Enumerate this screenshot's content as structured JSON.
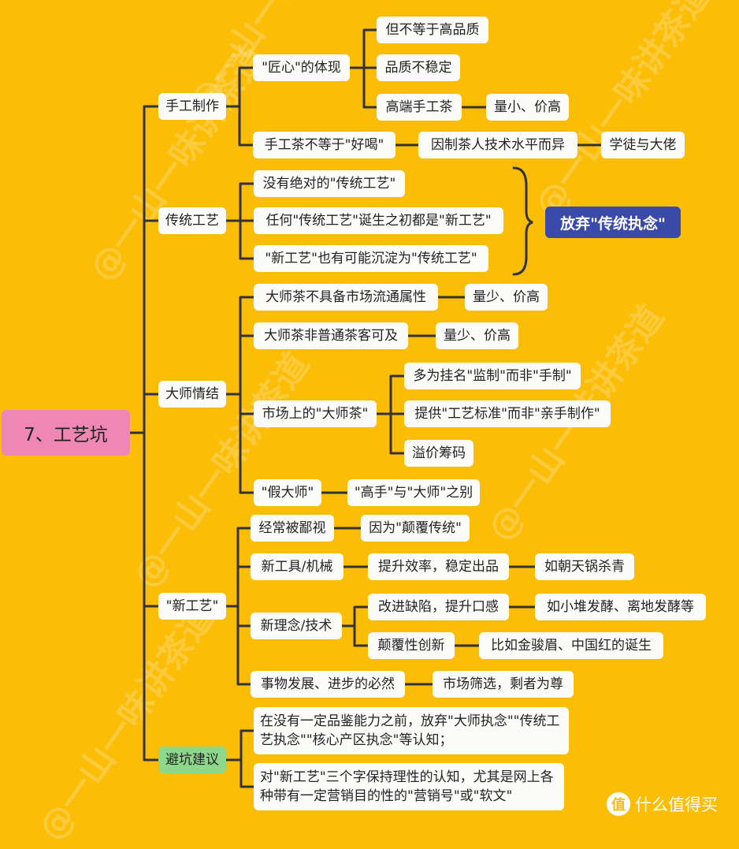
{
  "root": "7、工艺坑",
  "branches": {
    "manual": "手工制作",
    "traditional": "传统工艺",
    "master": "大师情结",
    "new": "\"新工艺\"",
    "avoid": "避坑建议"
  },
  "manual": {
    "craft": "\"匠心\"的体现",
    "not_quality": "但不等于高品质",
    "unstable": "品质不稳定",
    "highend": "高端手工茶",
    "highend_detail": "量小、价高",
    "not_tasty": "手工茶不等于\"好喝\"",
    "varies": "因制茶人技术水平而异",
    "apprentice": "学徒与大佬"
  },
  "traditional": {
    "no_absolute": "没有绝对的\"传统工艺\"",
    "was_new": "任何\"传统工艺\"诞生之初都是\"新工艺\"",
    "may_become": "\"新工艺\"也有可能沉淀为\"传统工艺\"",
    "summary": "放弃\"传统执念\""
  },
  "master": {
    "not_market": "大师茶不具备市场流通属性",
    "not_market_detail": "量少、价高",
    "not_reachable": "大师茶非普通茶客可及",
    "not_reachable_detail": "量少、价高",
    "market": "市场上的\"大师茶\"",
    "named": "多为挂名\"监制\"而非\"手制\"",
    "standard": "提供\"工艺标准\"而非\"亲手制作\"",
    "premium": "溢价筹码",
    "fake": "\"假大师\"",
    "fake_detail": "\"高手\"与\"大师\"之别"
  },
  "new": {
    "despised": "经常被鄙视",
    "despised_reason": "因为\"颠覆传统\"",
    "tools": "新工具/机械",
    "efficiency": "提升效率，稳定出品",
    "efficiency_eg": "如朝天锅杀青",
    "ideas": "新理念/技术",
    "improve": "改进缺陷，提升口感",
    "improve_eg": "如小堆发酵、离地发酵等",
    "disrupt": "颠覆性创新",
    "disrupt_eg": "比如金骏眉、中国红的诞生",
    "inevitable": "事物发展、进步的必然",
    "market_select": "市场筛选，剩者为尊"
  },
  "avoid": {
    "tip1": "在没有一定品鉴能力之前，放弃\"大师执念\"\"传统工艺执念\"\"核心产区执念\"等认知；",
    "tip2": "对\"新工艺\"三个字保持理性的认知，尤其是网上各种带有一定营销目的性的\"营销号\"或\"软文\""
  },
  "watermark": "@一山一味讲茶道",
  "brand": {
    "icon_text": "值",
    "label": "什么值得买"
  },
  "colors": {
    "background": "#fcbd06",
    "root": "#ef87b5",
    "callout": "#3a4aab",
    "green": "#8ed88c",
    "line": "#333333"
  }
}
